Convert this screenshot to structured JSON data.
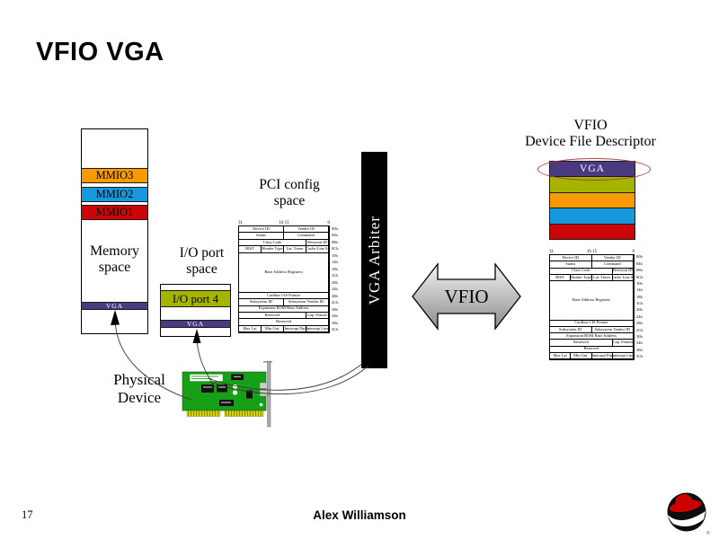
{
  "slide": {
    "title": "VFIO VGA",
    "page_number": "17",
    "author": "Alex Williamson"
  },
  "colors": {
    "purple": "#4c3a80",
    "olive": "#a6b400",
    "orange": "#f89a00",
    "blue": "#1898dc",
    "red": "#cd0408"
  },
  "memory_space": {
    "label": "Memory\nspace",
    "bands": [
      {
        "label": "MMIO3",
        "color": "orange"
      },
      {
        "label": "MMIO2",
        "color": "blue"
      },
      {
        "label": "MMIO1",
        "color": "red"
      }
    ],
    "vga_band": "VGA"
  },
  "io_port_space": {
    "label": "I/O port\nspace",
    "port_band": "I/O port 4",
    "vga_band": "VGA"
  },
  "pci_config_label": "PCI config\nspace",
  "pci_config": {
    "axis": {
      "left": "31",
      "mid": "16 15",
      "right": "0"
    },
    "rows": [
      {
        "cells": [
          {
            "label": "Device ID",
            "w": 50
          },
          {
            "label": "Vendor ID",
            "w": 50
          }
        ]
      },
      {
        "cells": [
          {
            "label": "Status",
            "w": 50
          },
          {
            "label": "Command",
            "w": 50
          }
        ]
      },
      {
        "cells": [
          {
            "label": "Class Code",
            "w": 75
          },
          {
            "label": "Revision ID",
            "w": 25
          }
        ]
      },
      {
        "cells": [
          {
            "label": "BIST",
            "w": 25
          },
          {
            "label": "Header Type",
            "w": 25
          },
          {
            "label": "Lat. Timer",
            "w": 25
          },
          {
            "label": "Cache Line S.",
            "w": 25
          }
        ]
      },
      {
        "u": 6,
        "cells": [
          {
            "label": "Base Address Registers",
            "w": 100
          }
        ]
      },
      {
        "cells": [
          {
            "label": "Cardbus CIS Pointer",
            "w": 100
          }
        ]
      },
      {
        "cells": [
          {
            "label": "Subsystem ID",
            "w": 50
          },
          {
            "label": "Subsystem Vendor ID",
            "w": 50
          }
        ]
      },
      {
        "cells": [
          {
            "label": "Expansion ROM Base Address",
            "w": 100
          }
        ]
      },
      {
        "cells": [
          {
            "label": "Reserved",
            "w": 75
          },
          {
            "label": "Cap. Pointer",
            "w": 25
          }
        ]
      },
      {
        "cells": [
          {
            "label": "Reserved",
            "w": 100
          }
        ]
      },
      {
        "cells": [
          {
            "label": "Max Lat",
            "w": 25
          },
          {
            "label": "Min Gnt.",
            "w": 25
          },
          {
            "label": "Interrupt Pin",
            "w": 25
          },
          {
            "label": "Interrupt Line",
            "w": 25
          }
        ]
      }
    ],
    "offsets": [
      "00h",
      "04h",
      "08h",
      "0Ch",
      "10h",
      "14h",
      "18h",
      "1Ch",
      "20h",
      "24h",
      "28h",
      "2Ch",
      "30h",
      "34h",
      "38h",
      "3Ch"
    ]
  },
  "vga_arbiter": {
    "label": "VGA Arbiter"
  },
  "vfio_link": {
    "label": "VFIO"
  },
  "vfio_descriptor": {
    "title": "VFIO\nDevice File Descriptor",
    "vga_band": "VGA",
    "bands": [
      "purple",
      "olive",
      "orange",
      "blue",
      "red"
    ]
  },
  "physical_device": {
    "label": "Physical\nDevice"
  }
}
